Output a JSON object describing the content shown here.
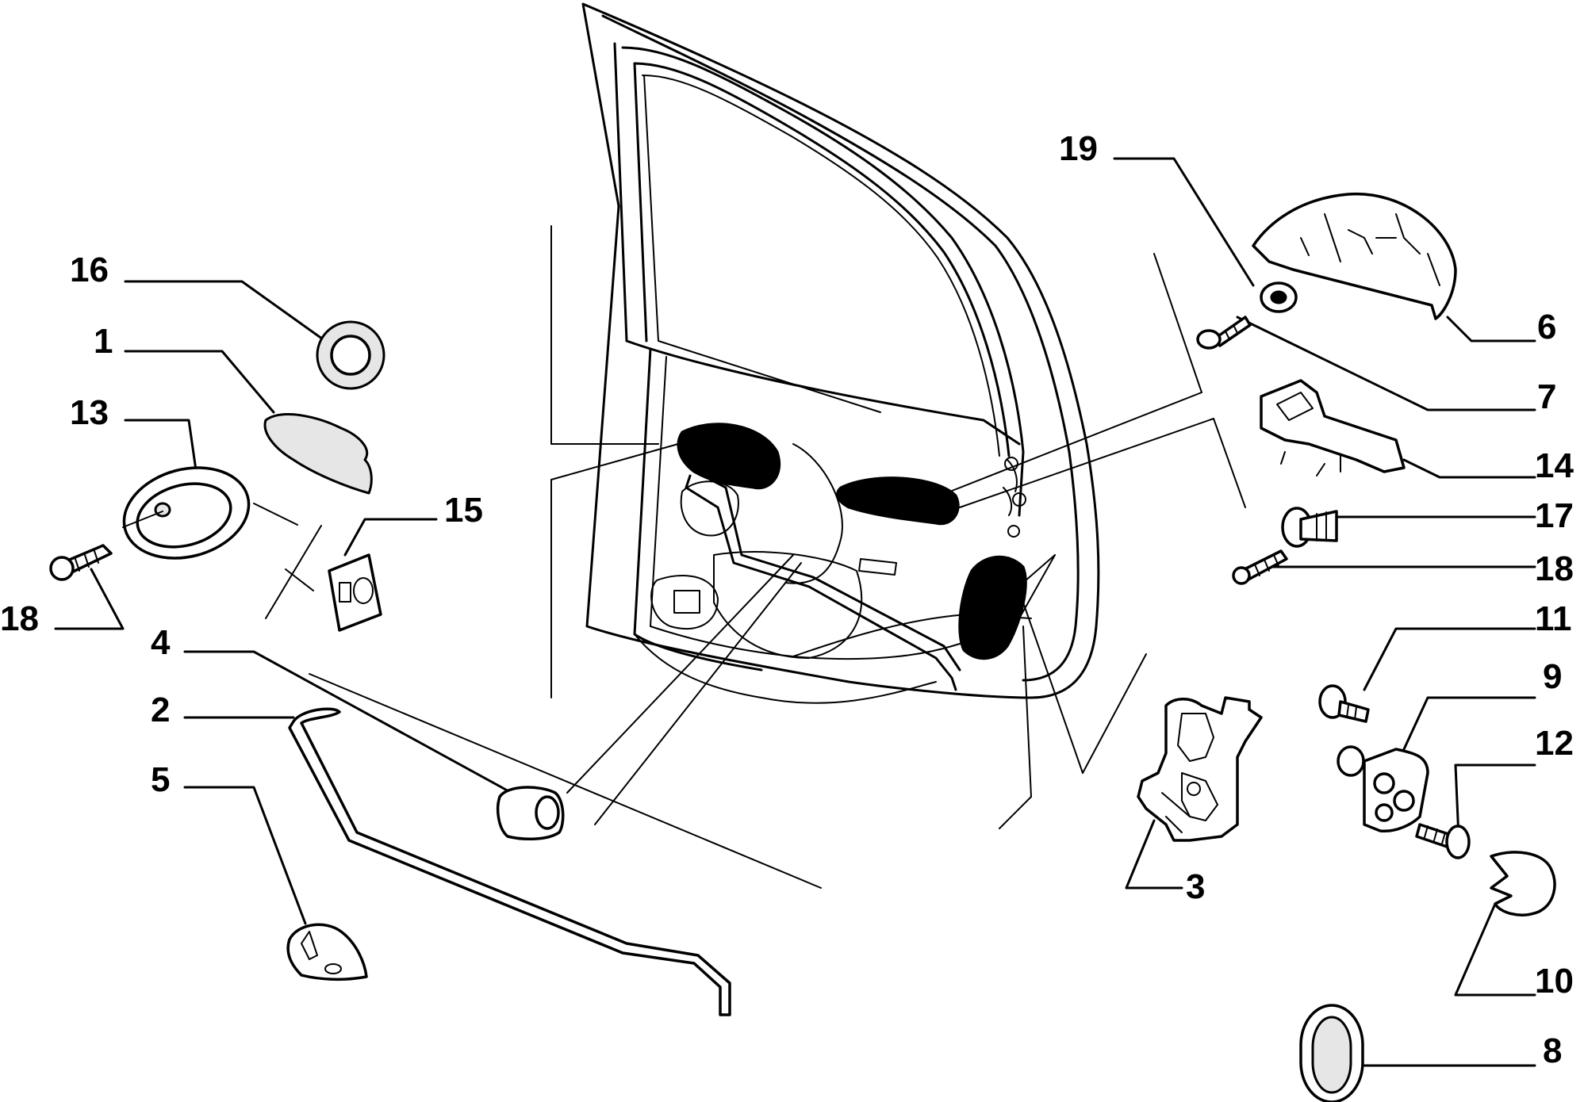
{
  "labels": {
    "n1": "1",
    "n2": "2",
    "n3": "3",
    "n4": "4",
    "n5": "5",
    "n6": "6",
    "n7": "7",
    "n8": "8",
    "n9": "9",
    "n10": "10",
    "n11": "11",
    "n12": "12",
    "n13": "13",
    "n14": "14",
    "n15": "15",
    "n16": "16",
    "n17": "17",
    "n18a": "18",
    "n18b": "18",
    "n19": "19"
  }
}
